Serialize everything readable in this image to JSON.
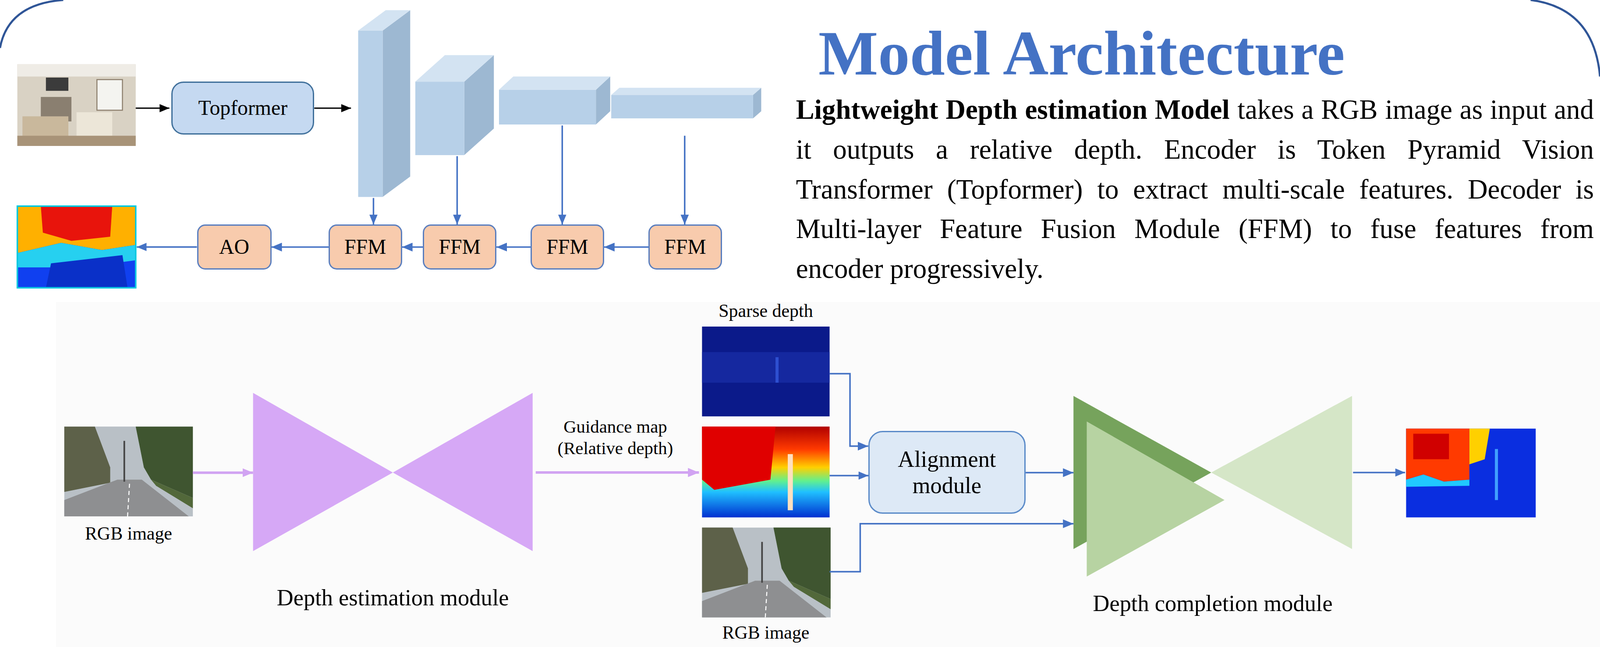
{
  "diagram": {
    "title": "Model Architecture",
    "nodes": [
      {
        "text": [
          "Topformer"
        ]
      },
      {
        "text": [
          "AO"
        ]
      },
      {
        "text": [
          "FFM"
        ]
      },
      {
        "text": [
          "FFM"
        ]
      },
      {
        "text": [
          "FFM"
        ]
      },
      {
        "text": [
          "FFM"
        ]
      },
      {
        "text": [
          "RGB image"
        ]
      },
      {
        "text": [
          "Depth estimation module"
        ]
      },
      {
        "text": [
          "Sparse depth"
        ]
      },
      {
        "text": [
          "Alignment module"
        ]
      },
      {
        "text": [
          "RGB image"
        ]
      },
      {
        "text": [
          "Depth completion module"
        ]
      }
    ],
    "edges": [
      {
        "from": 5,
        "to": 4,
        "arrow": "to"
      },
      {
        "from": 4,
        "to": 3,
        "arrow": "to"
      },
      {
        "from": 3,
        "to": 2,
        "arrow": "to"
      },
      {
        "from": 2,
        "to": 1,
        "arrow": "to"
      },
      {
        "from": 6,
        "to": 7,
        "arrow": "to"
      },
      {
        "from": 8,
        "to": 9,
        "arrow": "to"
      },
      {
        "from": 9,
        "to": 11,
        "arrow": "to"
      },
      {
        "from": 10,
        "to": 11,
        "arrow": "to"
      }
    ],
    "labels": [
      "Lightweight Depth estimation Model",
      "takes a RGB image as input and it outputs a relative depth. Encoder is Token Pyramid Vision Transformer (Topformer) to extract multi-scale features. Decoder is Multi-layer Feature Fusion Module (FFM) to fuse features from encoder progressively.",
      "Guidance map (Relative depth)"
    ]
  }
}
